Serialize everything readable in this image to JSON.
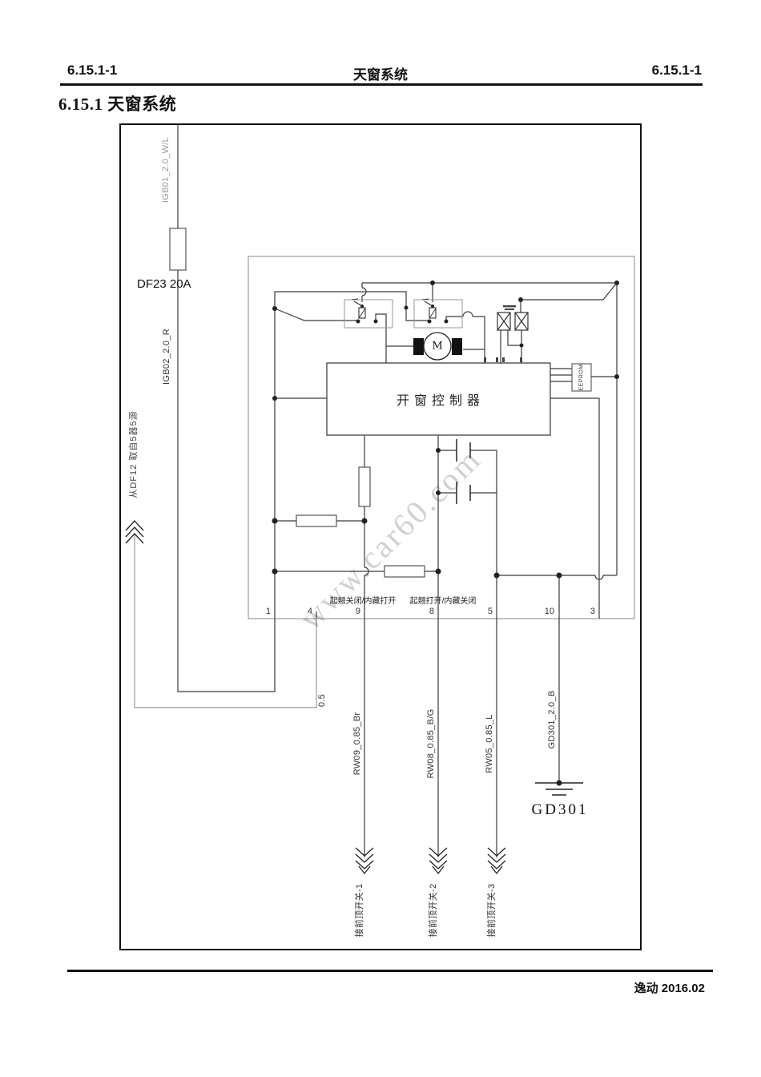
{
  "page": {
    "header": {
      "left": "6.15.1-1",
      "center": "天窗系统",
      "right": "6.15.1-1"
    },
    "title": {
      "number": "6.15.1",
      "text": "天窗系统"
    },
    "footer": {
      "model": "逸动",
      "date": "2016.02"
    }
  },
  "diagram": {
    "power": {
      "wire_in": "IGB01_2.0_W/L",
      "fuse_label": "DF23 20A",
      "wire_out": "IGB02_2.0_R"
    },
    "source_note": "从DF12 取自5器5源",
    "source_gauge": "0.5",
    "controller_label": "开窗控制器",
    "eeprom_label": "EEPROM",
    "motor_label": "M",
    "pin_numbers": [
      "1",
      "4",
      "9",
      "8",
      "5",
      "10",
      "3"
    ],
    "function_labels": {
      "pin9": "起翘关闭/内藏打开",
      "pin8": "起翘打开/内藏关闭"
    },
    "wire_labels": [
      "RW09_0.85_Br",
      "RW08_0.85_B/G",
      "RW05_0.85_L"
    ],
    "ground": {
      "wire_label": "GD301_2.0_B",
      "name": "GD301"
    },
    "connector_labels": [
      "接前顶开关-1",
      "接前顶开关-2",
      "接前顶开关-3"
    ],
    "watermark": "www.car60.com"
  }
}
